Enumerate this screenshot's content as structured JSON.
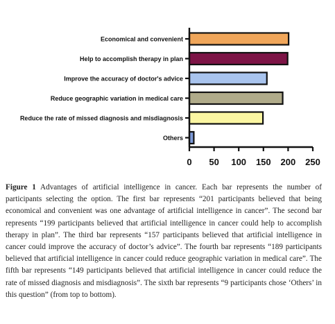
{
  "chart_data": {
    "type": "bar",
    "orientation": "horizontal",
    "categories": [
      "Economical and convenient",
      "Help to accomplish therapy in plan",
      "Improve the accuracy of doctor's advice",
      "Reduce geographic variation in medical care",
      "Reduce the rate of missed diagnosis and misdiagnosis",
      "Others"
    ],
    "values": [
      201,
      199,
      157,
      189,
      149,
      9
    ],
    "colors": [
      "#f0a65a",
      "#7d1446",
      "#a9c4ee",
      "#b0ab8a",
      "#fbf6a2",
      "#7d9ad8"
    ],
    "xticks": [
      "0",
      "50",
      "100",
      "150",
      "200",
      "250"
    ],
    "xlim": [
      0,
      250
    ],
    "grid": false,
    "xlabel": "",
    "ylabel": ""
  },
  "caption": {
    "label": "Figure 1",
    "text": "Advantages of artificial intelligence in cancer. Each bar represents the number of participants selecting the option. The first bar represents “201 participants believed that being economical and convenient was one advantage of artificial intelligence in cancer”. The second bar represents “199 participants believed that artificial intelligence in cancer could help to accomplish therapy in plan”. The third bar represents “157 participants believed that artificial intelligence in cancer could improve the accuracy of doctor’s advice”. The fourth bar represents “189 participants believed that artificial intelligence in cancer could reduce geographic variation in medical care”. The fifth bar represents “149 participants believed that artificial intelligence in cancer could reduce the rate of missed diagnosis and misdiagnosis”. The sixth bar represents “9 participants chose ‘Others’ in this question” (from top to bottom)."
  }
}
